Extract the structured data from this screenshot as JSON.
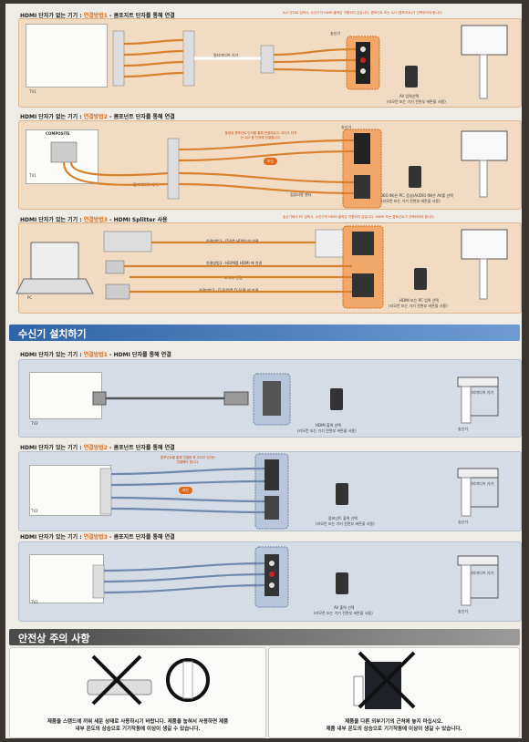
{
  "sec1": {
    "title_a": "HDMI 단자가 없는 기기 : ",
    "title_b": "연결방법1",
    "title_c": " - 콤포지트 단자를 통해 연결",
    "notice": "A/V 단자로 입력시, 수신기의 HDMI 출력은 지원되지 않습니다. 콤포넌트 또는 A/V (콤포지트)가 선택되어야 합니다.",
    "tv": "TV1",
    "device": "멀티미디어 기기",
    "caption1": "AV 입력선택",
    "caption2": "(리모컨 또는 기기 전면부 버튼을 사용)",
    "box": "송신기"
  },
  "sec2": {
    "title_a": "HDMI 단자가 없는 기기 : ",
    "title_b": "연결방법2",
    "title_c": " - 콤포넌트 단자를 통해 연결",
    "label": "COMPOSITE",
    "tv": "TV1",
    "device": "멀티미디어 기기",
    "note": "동영상 콤포넌트 단자를 통해 연결되었고, 오디오 단자는 A/V 용 단자에 연결됩니다.",
    "pill": "또는",
    "pc": "컴퓨터용 젠더",
    "caption1": "영상(VIDEO IN)은 PC, 음성(AUDIO IN)은 AV를 선택",
    "caption2": "(리모컨 또는 기기 전면부 버튼을 사용)",
    "box": "송신기"
  },
  "sec3": {
    "title_a": "HDMI 단자가 있는 기기 : ",
    "title_b": "연결방법3",
    "title_c": " - HDMI Splitter 사용",
    "notice": "송신기에서 PC 입력시, 수신기의 HDMI 출력은 지원되지 않습니다. HDMI 또는 콤포넌트가 선택되어야 합니다.",
    "line1": "연결방법3 - DVI를 HDMI 에 연결",
    "line2": "연결방법3 - HDMI를 HDMI 에 연결",
    "line3": "오디오 연결",
    "line4": "연결방법3 - D-SUB를 D-SUB 에 연결",
    "pc": "PC",
    "caption1": "HDMI 또는 PC 입력 선택",
    "caption2": "(리모컨 또는 기기 전면부 버튼을 사용)"
  },
  "band1": "수신기 설치하기",
  "sec4": {
    "title_a": "HDMI 단자가 있는 기기 : ",
    "title_b": "연결방법1",
    "title_c": " - HDMI 단자를 통해 연결",
    "tv": "TV2",
    "device": "멀티미디어 기기",
    "receiver": "송신기",
    "caption1": "HDMI 출력 선택",
    "caption2": "(리모컨 또는 기기 전면부 버튼을 사용)"
  },
  "sec5": {
    "title_a": "HDMI 단자가 있는 기기 : ",
    "title_b": "연결방법2",
    "title_c": " - 콤포넌트 단자를 통해 연결",
    "tv": "TV2",
    "device": "멀티미디어 기기",
    "receiver": "송신기",
    "note": "콤포넌트를 통해 연결한 후 오디오 단자는 연결해야 합니다.",
    "pill": "또는",
    "caption1": "콤포넌트 출력 선택",
    "caption2": "(리모컨 또는 기기 전면부 버튼을 사용)"
  },
  "sec6": {
    "title_a": "HDMI 단자가 있는 기기 : ",
    "title_b": "연결방법3",
    "title_c": " - 콤포지트 단자를 통해 연결",
    "tv": "TV2",
    "device": "멀티미디어 기기",
    "receiver": "송신기",
    "caption1": "AV 출력 선택",
    "caption2": "(리모컨 또는 기기 전면부 버튼을 사용)"
  },
  "band2": "안전상 주의 사항",
  "safety": {
    "left1": "제품을 스탠드에 끼워 세운 상태로 사용하시기 바랍니다. 제품을 눕혀서 사용하면 제품",
    "left2": "내부 온도의 상승으로 기기작동에 이상이 생길 수 있습니다.",
    "right1": "제품을 다른 외부기기의 근처에 놓지 마십시오.",
    "right2": "제품 내부 온도의 상승으로 기기작동에 이상이 생길 수 있습니다."
  },
  "colors": {
    "accent": "#e06a1a",
    "blue_band": "#2f64a8",
    "cable": "#d7822f"
  }
}
